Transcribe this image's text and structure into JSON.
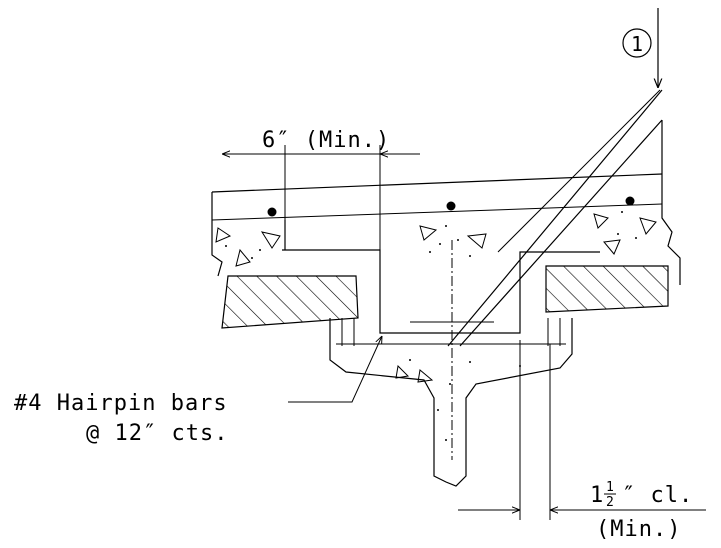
{
  "callout_number": "1",
  "dim_min_width": "6″ (Min.)",
  "hairpin_line1": "#4 Hairpin bars",
  "hairpin_line2": "@ 12″ cts.",
  "clearance_whole": "1",
  "clearance_frac_num": "1",
  "clearance_frac_den": "2",
  "clearance_suffix": "″ cl.",
  "clearance_min": "(Min.)",
  "colors": {
    "ink": "#000000",
    "paper": "#ffffff"
  }
}
